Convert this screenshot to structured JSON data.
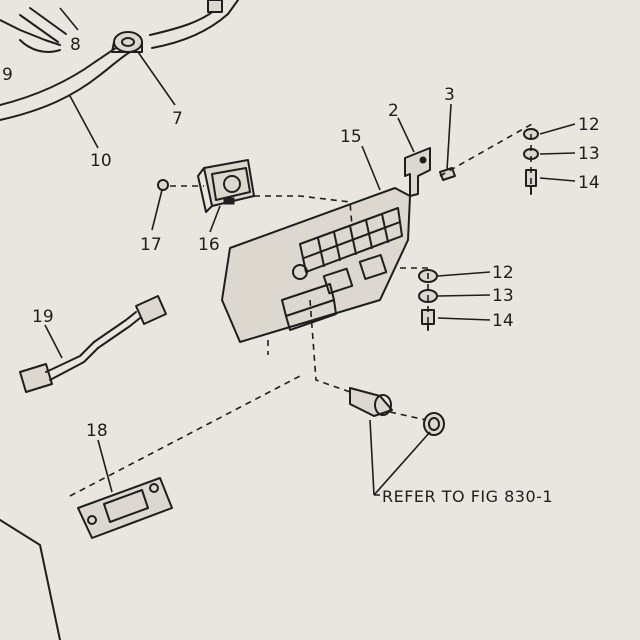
{
  "callouts": {
    "c2": "2",
    "c3": "3",
    "c7": "7",
    "c8": "8",
    "c9": "9",
    "c10": "10",
    "c12a": "12",
    "c13a": "13",
    "c14a": "14",
    "c12b": "12",
    "c13b": "13",
    "c14b": "14",
    "c15": "15",
    "c16": "16",
    "c17": "17",
    "c18": "18",
    "c19": "19"
  },
  "reference_note": "REFER TO FIG 830-1"
}
